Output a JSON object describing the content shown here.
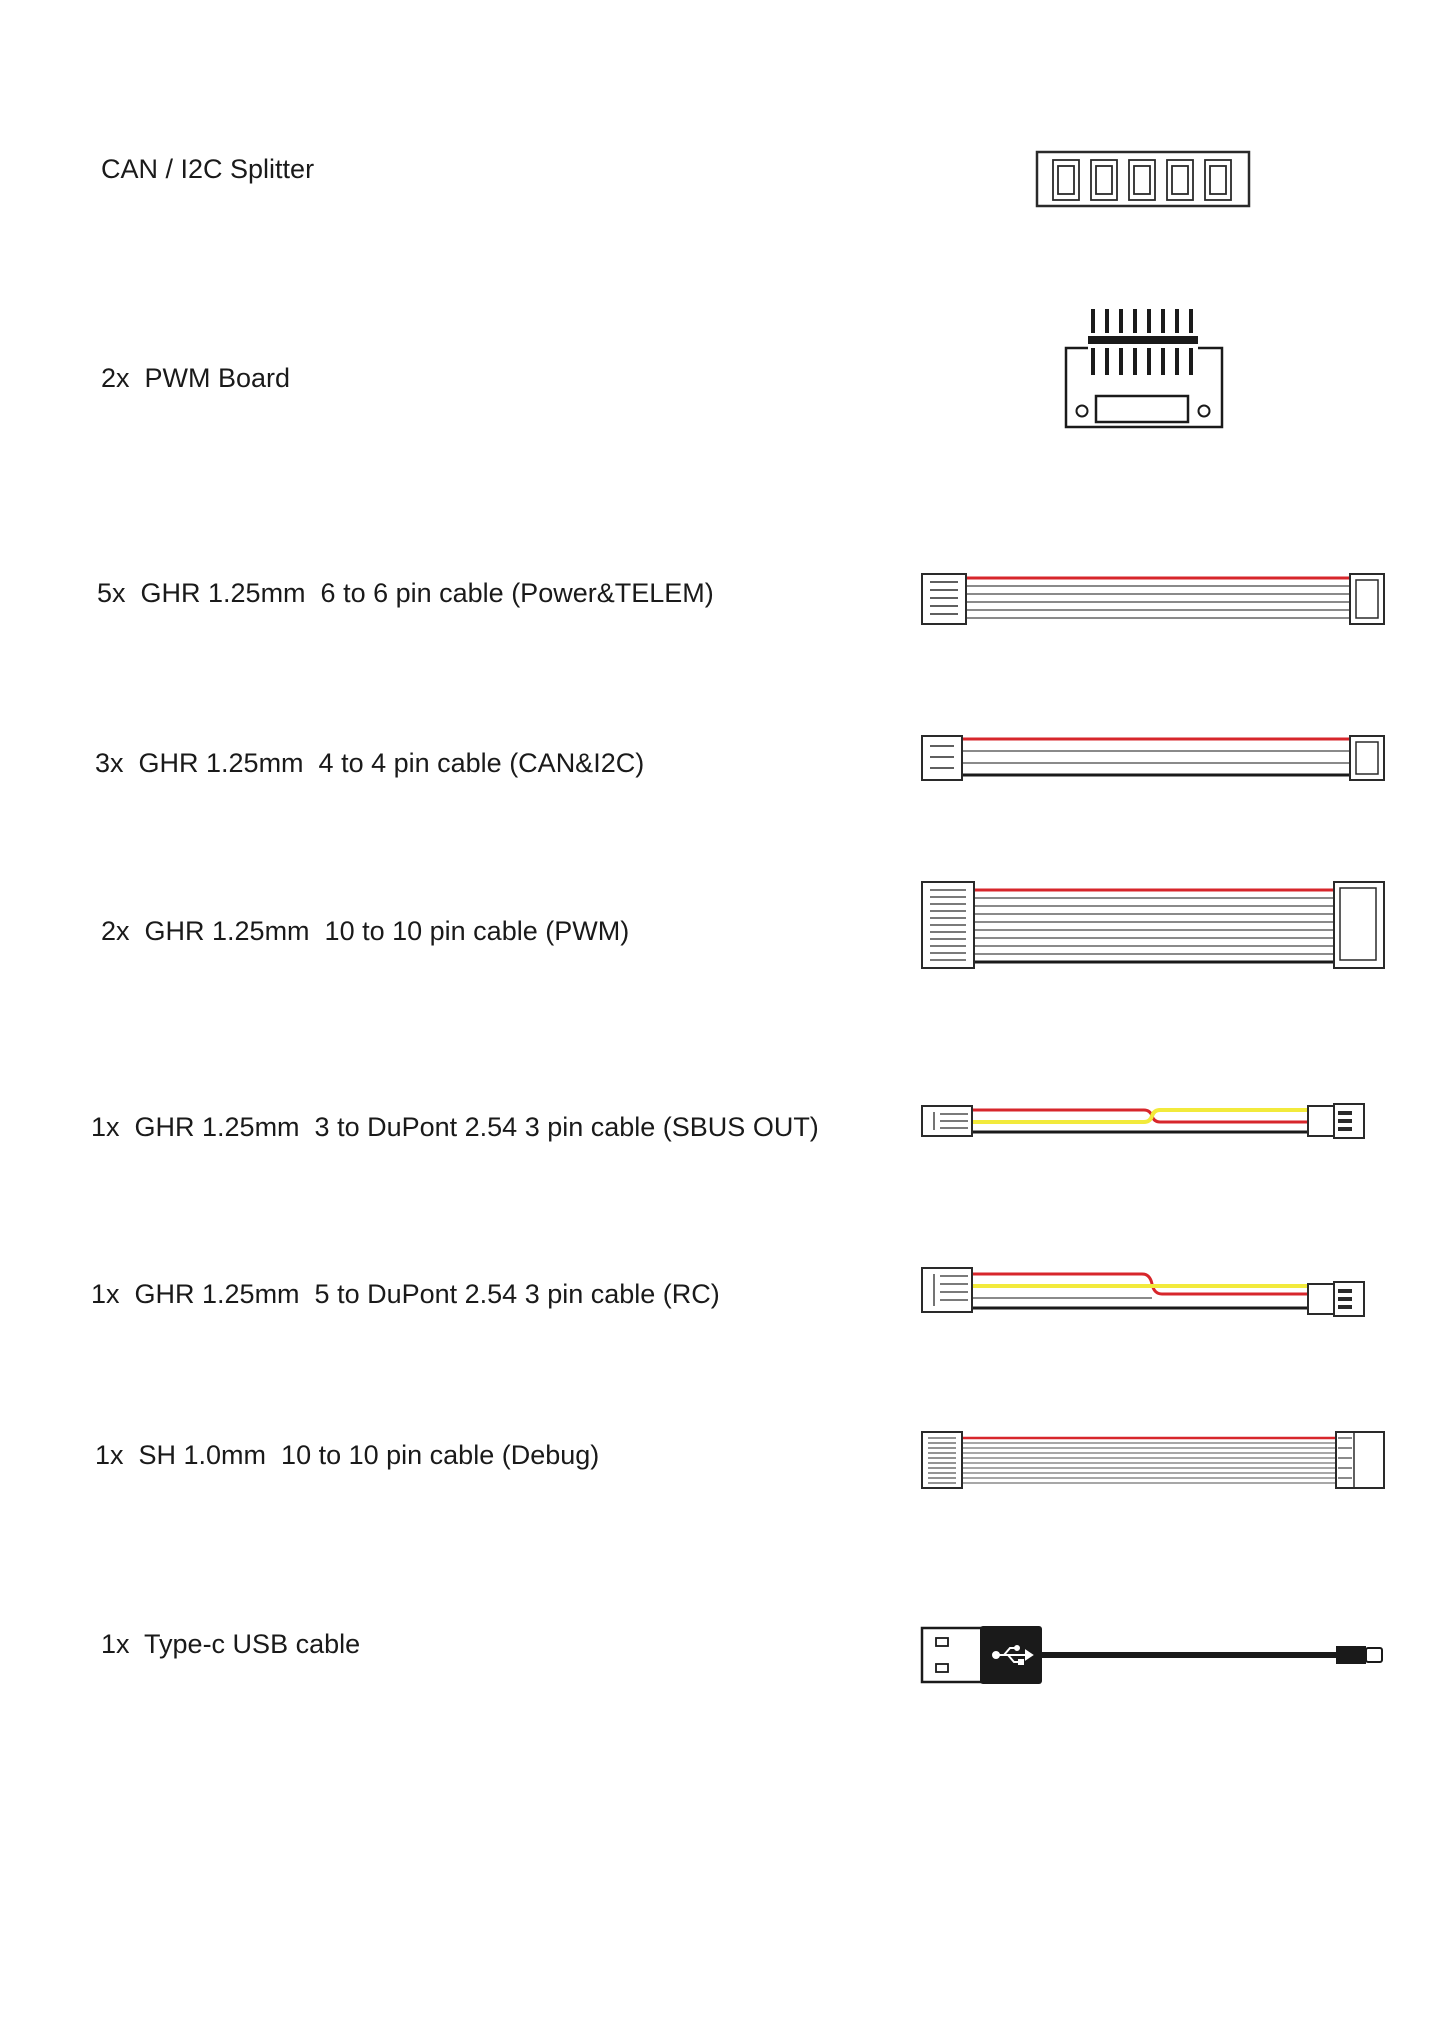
{
  "items": [
    {
      "label": "CAN / I2C Splitter",
      "icon": "can-i2c-splitter-icon"
    },
    {
      "label": "2x  PWM Board",
      "icon": "pwm-board-icon"
    },
    {
      "label": "5x  GHR 1.25mm  6 to 6 pin cable (Power&TELEM)",
      "icon": "ghr-6pin-cable-icon"
    },
    {
      "label": "3x  GHR 1.25mm  4 to 4 pin cable (CAN&I2C)",
      "icon": "ghr-4pin-cable-icon"
    },
    {
      "label": "2x  GHR 1.25mm  10 to 10 pin cable (PWM)",
      "icon": "ghr-10pin-cable-icon"
    },
    {
      "label": "1x  GHR 1.25mm  3 to DuPont 2.54 3 pin cable (SBUS OUT)",
      "icon": "sbus-out-cable-icon"
    },
    {
      "label": "1x  GHR 1.25mm  5 to DuPont 2.54 3 pin cable (RC)",
      "icon": "rc-cable-icon"
    },
    {
      "label": "1x  SH 1.0mm  10 to 10 pin cable (Debug)",
      "icon": "sh-debug-cable-icon"
    },
    {
      "label": "1x  Type-c USB cable",
      "icon": "usb-type-c-cable-icon"
    }
  ],
  "colors": {
    "red_wire": "#d7262b",
    "yellow_wire": "#f2ea3b",
    "black_wire": "#1a1a1a",
    "gray_wire": "#8a8a8a",
    "outline": "#2a2a2a"
  }
}
